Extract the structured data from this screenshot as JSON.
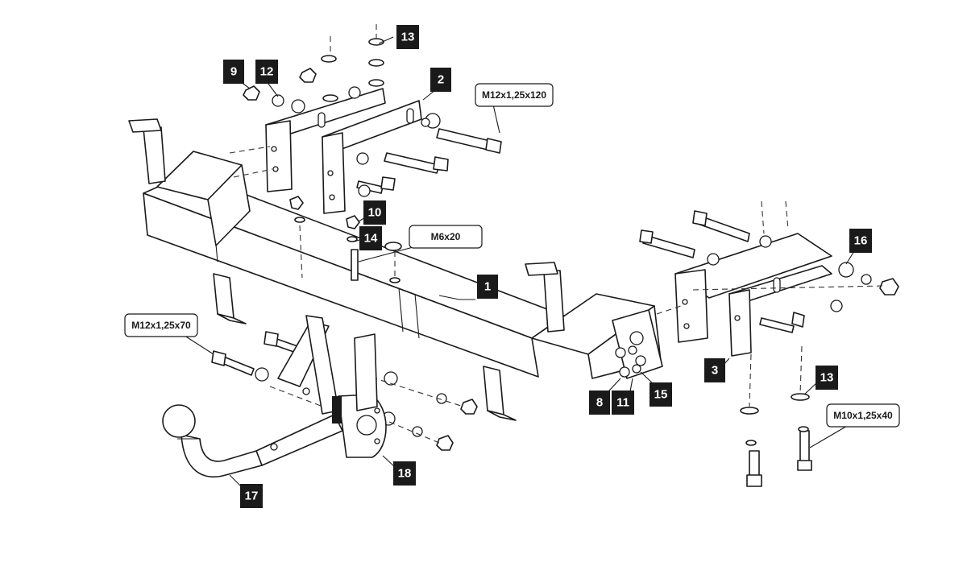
{
  "badges": {
    "b1": "1",
    "b2": "2",
    "b3": "3",
    "b8": "8",
    "b9": "9",
    "b10": "10",
    "b11": "11",
    "b12": "12",
    "b13a": "13",
    "b13b": "13",
    "b14": "14",
    "b15": "15",
    "b16": "16",
    "b17": "17",
    "b18": "18"
  },
  "callouts": {
    "bolt_m12x120": "M12x1,25x120",
    "bolt_m12x70": "M12x1,25x70",
    "bolt_m10x40": "M10x1,25x40",
    "screw_m6x20": "M6x20"
  },
  "colors": {
    "line": "#1a1a1a",
    "badge_fill": "#1a1a1a",
    "badge_text": "#ffffff",
    "background": "#ffffff"
  }
}
